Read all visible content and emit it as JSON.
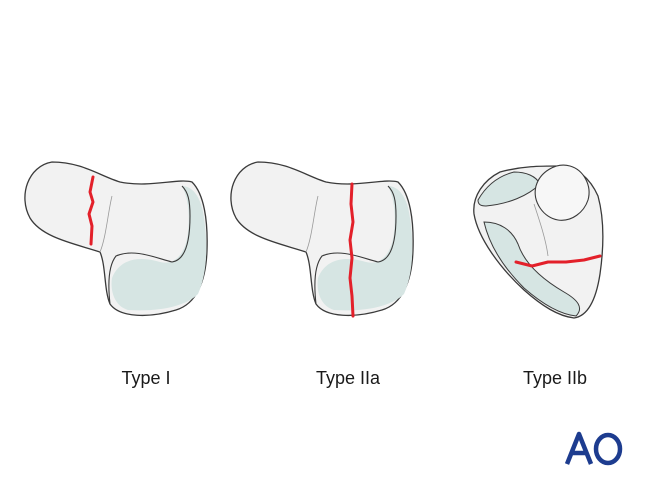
{
  "panels": [
    {
      "label": "Type I"
    },
    {
      "label": "Type IIa"
    },
    {
      "label": "Type IIb"
    }
  ],
  "logo": {
    "text": "AO"
  },
  "colors": {
    "bone_light": "#f2f2f2",
    "bone_shadow": "#d6e5e3",
    "outline": "#3a3a3a",
    "fracture": "#e3202a",
    "logo_blue": "#1d3c8f"
  }
}
